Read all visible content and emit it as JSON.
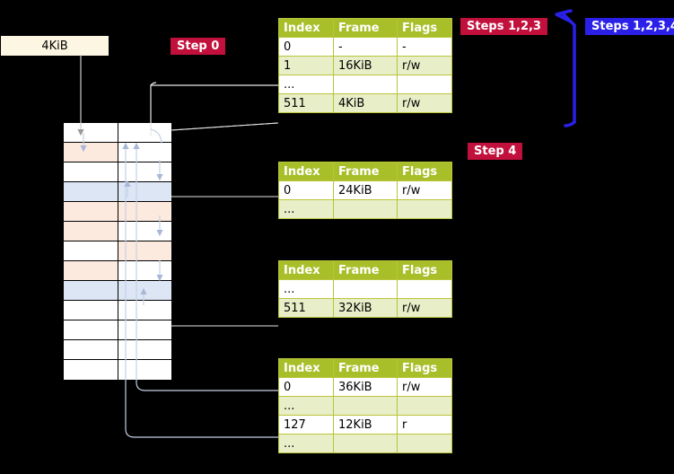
{
  "memory": {
    "bar_label": "4KiB",
    "rows": [
      {
        "type": "split",
        "left": "white",
        "right": "white"
      },
      {
        "type": "split",
        "left": "peach",
        "right": "white"
      },
      {
        "type": "split",
        "left": "white",
        "right": "white"
      },
      {
        "type": "split",
        "left": "blue",
        "right": "blue"
      },
      {
        "type": "split",
        "left": "peach",
        "right": "peach"
      },
      {
        "type": "split",
        "left": "peach",
        "right": "white"
      },
      {
        "type": "split",
        "left": "white",
        "right": "peach"
      },
      {
        "type": "split",
        "left": "peach",
        "right": "white"
      },
      {
        "type": "split",
        "left": "blue",
        "right": "blue"
      },
      {
        "type": "split",
        "left": "white",
        "right": "white"
      },
      {
        "type": "split",
        "left": "white",
        "right": "white"
      },
      {
        "type": "split",
        "left": "white",
        "right": "white"
      },
      {
        "type": "split",
        "left": "white",
        "right": "white"
      }
    ]
  },
  "labels": {
    "step0": "Step 0",
    "steps123": "Steps 1,2,3",
    "steps1234": "Steps 1,2,3,4",
    "step4": "Step 4"
  },
  "colors": {
    "header": "#a8bf2a",
    "row_alt": "#e8eec8",
    "crimson": "#c2103c",
    "blue": "#2a20e8",
    "arrow_blue": "#2a20e8",
    "thin_arrow": "#aab8d8"
  },
  "tables": [
    {
      "name": "pml4-table",
      "headers": [
        "Index",
        "Frame",
        "Flags"
      ],
      "rows": [
        [
          "0",
          "-",
          "-"
        ],
        [
          "1",
          "16KiB",
          "r/w"
        ],
        [
          "...",
          "",
          ""
        ],
        [
          "511",
          "4KiB",
          "r/w"
        ]
      ]
    },
    {
      "name": "pdpt-table",
      "headers": [
        "Index",
        "Frame",
        "Flags"
      ],
      "rows": [
        [
          "0",
          "24KiB",
          "r/w"
        ],
        [
          "...",
          "",
          ""
        ]
      ]
    },
    {
      "name": "pd-table",
      "headers": [
        "Index",
        "Frame",
        "Flags"
      ],
      "rows": [
        [
          "...",
          "",
          ""
        ],
        [
          "511",
          "32KiB",
          "r/w"
        ]
      ]
    },
    {
      "name": "pt-table",
      "headers": [
        "Index",
        "Frame",
        "Flags"
      ],
      "rows": [
        [
          "0",
          "36KiB",
          "r/w"
        ],
        [
          "...",
          "",
          ""
        ],
        [
          "127",
          "12KiB",
          "r"
        ],
        [
          "...",
          "",
          ""
        ]
      ]
    }
  ]
}
